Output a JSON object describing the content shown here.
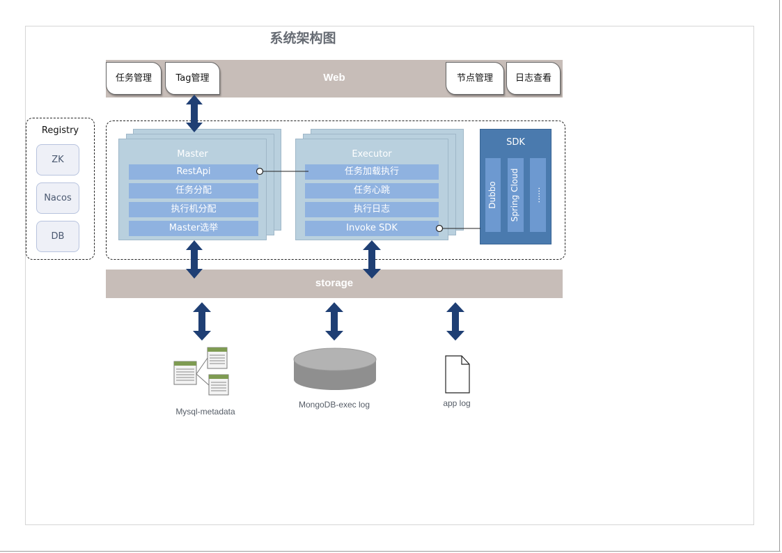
{
  "title": "系统架构图",
  "web": {
    "label": "Web",
    "tabs": [
      "任务管理",
      "Tag管理",
      "节点管理",
      "日志查看"
    ]
  },
  "registry": {
    "label": "Registry",
    "items": [
      "ZK",
      "Nacos",
      "DB"
    ]
  },
  "master": {
    "title": "Master",
    "rows": [
      "RestApi",
      "任务分配",
      "执行机分配",
      "Master选举"
    ]
  },
  "executor": {
    "title": "Executor",
    "rows": [
      "任务加载执行",
      "任务心跳",
      "执行日志",
      "Invoke SDK"
    ]
  },
  "sdk": {
    "title": "SDK",
    "columns": [
      "Dubbo",
      "Spring Cloud",
      "......"
    ]
  },
  "storage": {
    "label": "storage",
    "targets": [
      {
        "label": "Mysql-metadata",
        "icon": "tables-icon"
      },
      {
        "label": "MongoDB-exec log",
        "icon": "database-icon"
      },
      {
        "label": "app log",
        "icon": "file-icon"
      }
    ]
  },
  "colors": {
    "band": "#c7bdb8",
    "arrow": "#1f3f74",
    "card": "#b9d0de",
    "row": "#8fb2e0",
    "sdk": "#4a7aae"
  }
}
